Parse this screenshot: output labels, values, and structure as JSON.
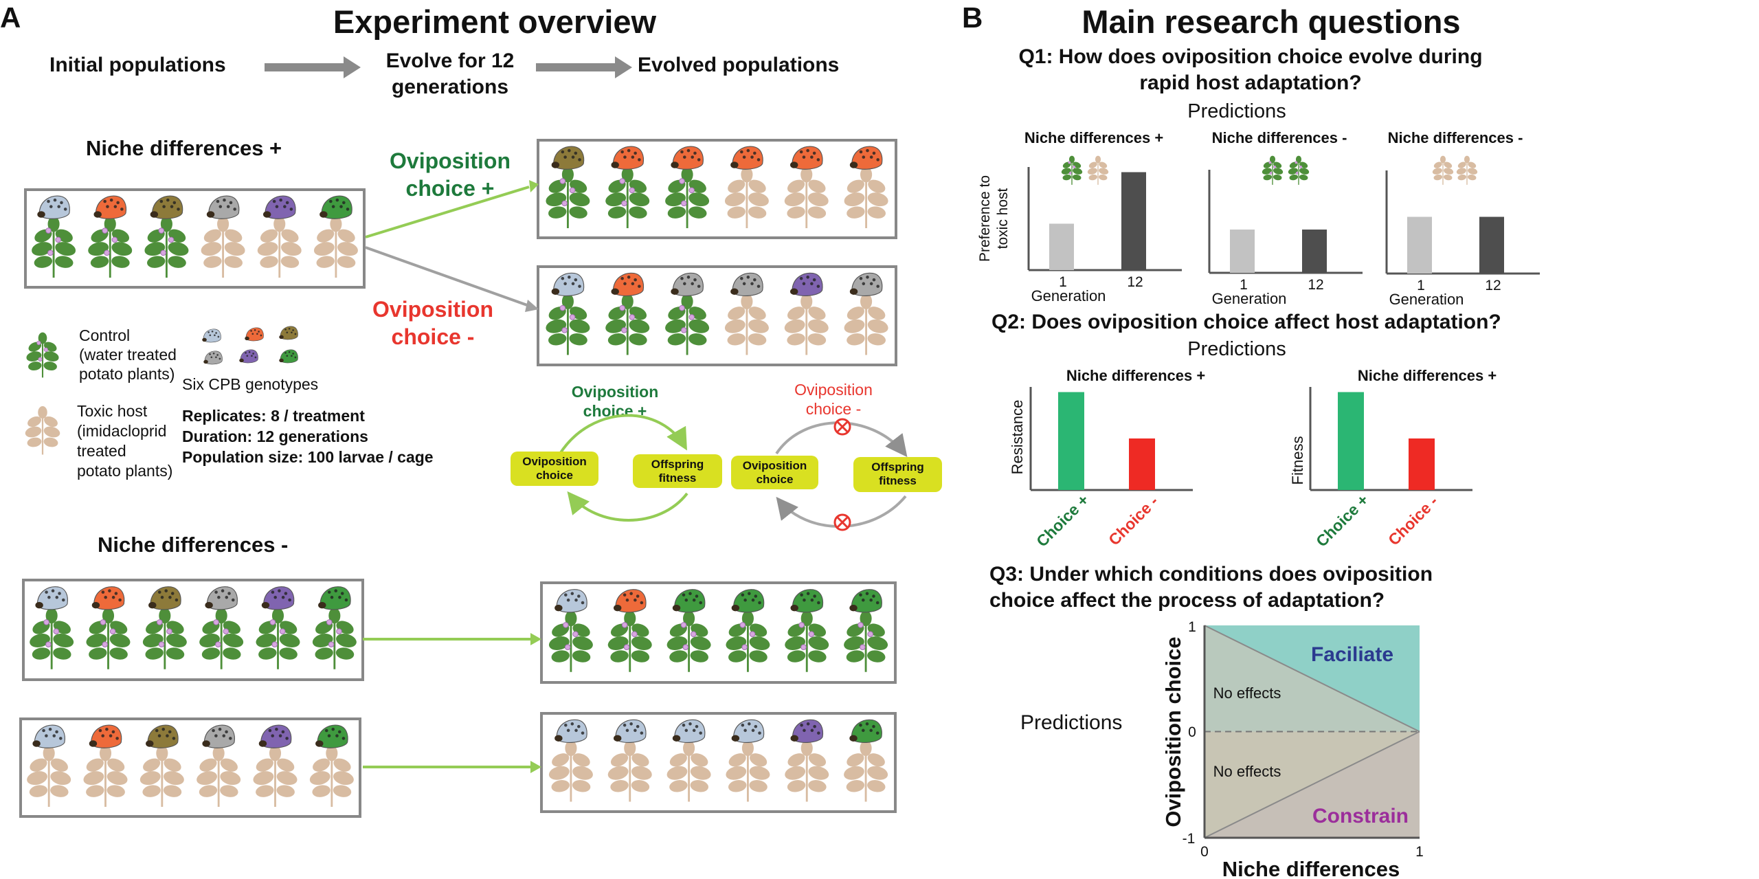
{
  "panel_a": {
    "letter": "A",
    "title": "Experiment overview",
    "flow": {
      "initial": "Initial populations",
      "evolve_line1": "Evolve for 12",
      "evolve_line2": "generations",
      "evolved": "Evolved populations"
    },
    "niche_plus_label": "Niche differences +",
    "niche_minus_label": "Niche differences -",
    "choice_plus_line1": "Oviposition",
    "choice_plus_line2": "choice +",
    "choice_minus_line1": "Oviposition",
    "choice_minus_line2": "choice -",
    "legend": {
      "control_lines": [
        "Control",
        "(water treated",
        "potato plants)"
      ],
      "toxic_lines": [
        "Toxic host",
        "(imidacloprid",
        "treated",
        "potato plants)"
      ],
      "genotypes": "Six CPB genotypes",
      "replicates": "Replicates: 8 / treatment",
      "duration": "Duration: 12 generations",
      "population": "Population size: 100 larvae / cage"
    },
    "loops": {
      "plus_title_line1": "Oviposition",
      "plus_title_line2": "choice +",
      "minus_title_line1": "Oviposition",
      "minus_title_line2": "choice -",
      "node_choice_line1": "Oviposition",
      "node_choice_line2": "choice",
      "node_fitness_line1": "Offspring",
      "node_fitness_line2": "fitness"
    },
    "colors": {
      "green_text": "#1e7a3c",
      "red_text": "#e8362e",
      "light_green_arrow": "#94cc55",
      "grey_arrow": "#a0a0a0",
      "node_fill": "#d9e021",
      "beetle_colors": [
        "#b7c7da",
        "#ee6a3a",
        "#8d7a3a",
        "#a9a9a9",
        "#8064b0",
        "#3f9a3f"
      ],
      "plant_green": "#4e8f3a",
      "plant_tan": "#d8bca2"
    }
  },
  "panel_b": {
    "letter": "B",
    "title": "Main research questions",
    "q1_line1": "Q1: How does oviposition choice evolve during",
    "q1_line2": "rapid host adaptation?",
    "q2": "Q2: Does oviposition choice affect host adaptation?",
    "q3_line1": "Q3: Under which conditions does oviposition",
    "q3_line2": "choice affect the process of adaptation?",
    "predictions": "Predictions",
    "predictions_q3": "Predictions"
  },
  "chart_data": [
    {
      "type": "bar",
      "title": "Niche differences +",
      "ylabel_line1": "Preference to",
      "ylabel_line2": "toxic host",
      "xlabel": "Generation",
      "categories": [
        "1",
        "12"
      ],
      "values": [
        0.45,
        0.95
      ],
      "colors": [
        "#c2c2c2",
        "#4e4e4e"
      ],
      "legend_icons": [
        "plant-green",
        "plant-tan"
      ]
    },
    {
      "type": "bar",
      "title": "Niche differences -",
      "xlabel": "Generation",
      "categories": [
        "1",
        "12"
      ],
      "values": [
        0.42,
        0.42
      ],
      "colors": [
        "#c2c2c2",
        "#4e4e4e"
      ],
      "legend_icons": [
        "plant-green",
        "plant-green"
      ]
    },
    {
      "type": "bar",
      "title": "Niche differences -",
      "xlabel": "Generation",
      "categories": [
        "1",
        "12"
      ],
      "values": [
        0.55,
        0.55
      ],
      "colors": [
        "#c2c2c2",
        "#4e4e4e"
      ],
      "legend_icons": [
        "plant-tan",
        "plant-tan"
      ]
    },
    {
      "type": "bar",
      "title": "Niche differences +",
      "ylabel": "Resistance",
      "categories": [
        "Choice +",
        "Choice -"
      ],
      "values": [
        0.95,
        0.5
      ],
      "colors": [
        "#2bb673",
        "#ee2a24"
      ]
    },
    {
      "type": "bar",
      "title": "Niche differences +",
      "ylabel": "Fitness",
      "categories": [
        "Choice +",
        "Choice -"
      ],
      "values": [
        0.95,
        0.5
      ],
      "colors": [
        "#2bb673",
        "#ee2a24"
      ]
    },
    {
      "type": "area",
      "xlabel": "Niche differences",
      "ylabel": "Oviposition choice",
      "xlim": [
        0,
        1
      ],
      "ylim": [
        -1,
        1
      ],
      "x_ticks": [
        "0",
        "1"
      ],
      "y_ticks": [
        "1",
        "0",
        "-1"
      ],
      "regions": [
        {
          "label": "Faciliate",
          "color": "#8fd0c7",
          "label_color": "#2b3a8f",
          "polygon": [
            [
              0,
              1
            ],
            [
              1,
              1
            ],
            [
              1,
              0
            ]
          ]
        },
        {
          "label": "No effects",
          "color": "#b9c9bd",
          "label_color": "#111111",
          "polygon": [
            [
              0,
              0
            ],
            [
              0,
              1
            ],
            [
              1,
              0
            ]
          ]
        },
        {
          "label": "No effects",
          "color": "#c8c5b4",
          "label_color": "#111111",
          "polygon": [
            [
              0,
              0
            ],
            [
              1,
              0
            ],
            [
              0,
              -1
            ]
          ]
        },
        {
          "label": "Constrain",
          "color": "#c6bfb7",
          "label_color": "#9b2e9b",
          "polygon": [
            [
              0,
              -1
            ],
            [
              1,
              0
            ],
            [
              1,
              -1
            ]
          ]
        }
      ],
      "dashed_line_y": 0
    }
  ]
}
